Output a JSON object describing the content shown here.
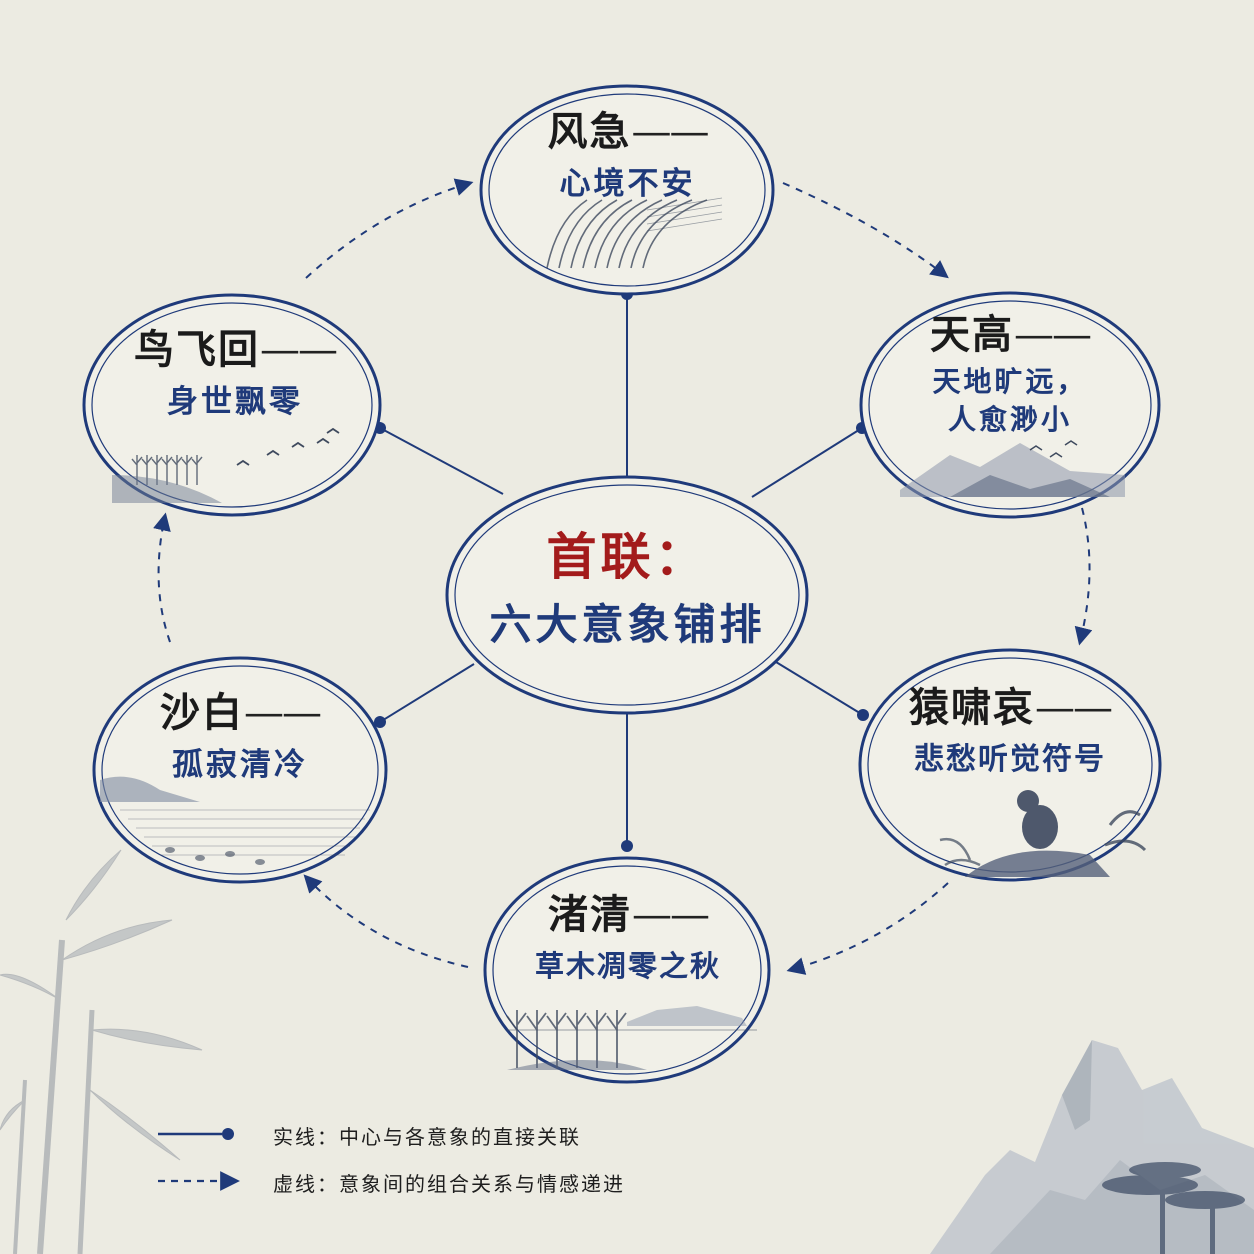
{
  "colors": {
    "background": "#ecebe2",
    "navy": "#1f3a7a",
    "center_title_red": "#a31b1b",
    "ink": "#1b1b1b"
  },
  "center": {
    "title": "首联：",
    "subtitle": "六大意象铺排"
  },
  "nodes": [
    {
      "id": "fengji",
      "title": "风急",
      "subtitle": "心境不安",
      "illustration": "reeds-in-wind"
    },
    {
      "id": "tiangao",
      "title": "天高",
      "subtitle": "天地旷远，\n人愈渺小",
      "illustration": "distant-mountains"
    },
    {
      "id": "yuanxiao",
      "title": "猿啸哀",
      "subtitle": "悲愁听觉符号",
      "illustration": "monkey-on-rock"
    },
    {
      "id": "zhuqing",
      "title": "渚清",
      "subtitle": "草木凋零之秋",
      "illustration": "bare-trees-shore"
    },
    {
      "id": "shabai",
      "title": "沙白",
      "subtitle": "孤寂清冷",
      "illustration": "empty-beach"
    },
    {
      "id": "niaofeihui",
      "title": "鸟飞回",
      "subtitle": "身世飘零",
      "illustration": "birds-over-shore"
    }
  ],
  "legend": [
    {
      "style": "solid",
      "text": "实线：中心与各意象的直接关联"
    },
    {
      "style": "dashed",
      "text": "虚线：意象间的组合关系与情感递进"
    }
  ]
}
